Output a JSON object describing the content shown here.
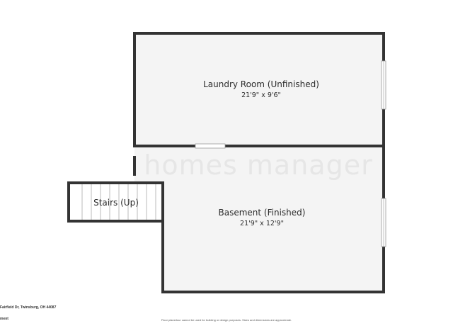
{
  "watermark": "homes manager",
  "rooms": [
    {
      "name": "Laundry Room (Unfinished)",
      "dimensions": "21'9\" x 9'6\""
    },
    {
      "name": "Basement (Finished)",
      "dimensions": "21'9\" x 12'9\""
    },
    {
      "name": "Stairs (Up)"
    }
  ],
  "footer": {
    "address": "Fairfield Dr, Twinsburg, OH 44087",
    "sublabel": "ment",
    "disclaimer": "Floor plans/tour cannot be used for building or design purposes. Sizes and dimensions are approximate."
  },
  "colors": {
    "wall": "#333333",
    "floor": "#f4f4f4",
    "stair_line": "#bbbbbb"
  }
}
